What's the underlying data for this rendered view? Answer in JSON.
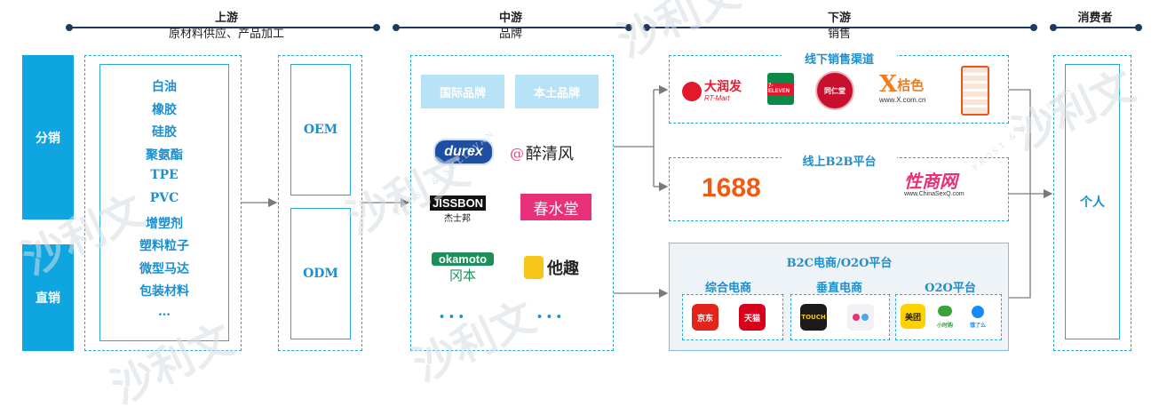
{
  "stages": [
    {
      "title": "上游",
      "subtitle": "原材料供应、产品加工"
    },
    {
      "title": "中游",
      "subtitle": "品牌"
    },
    {
      "title": "下游",
      "subtitle": "销售"
    },
    {
      "title": "消费者",
      "subtitle": ""
    }
  ],
  "side_labels": [
    "分销",
    "直销"
  ],
  "materials": [
    "白油",
    "橡胶",
    "硅胶",
    "聚氨酯",
    "TPE",
    "PVC",
    "增塑剂",
    "塑料粒子",
    "微型马达",
    "包装材料",
    "…"
  ],
  "processing": [
    "OEM",
    "ODM"
  ],
  "brand_tags": [
    "国际品牌",
    "本土品牌"
  ],
  "brands": {
    "international": [
      "durex",
      "JISSBON",
      "杰士邦",
      "okamoto",
      "冈本",
      "• • •"
    ],
    "domestic": [
      "醉清风",
      "春水堂",
      "他趣",
      "• • •"
    ]
  },
  "downstream": {
    "offline": {
      "title": "线下销售渠道",
      "logos": [
        "大润发",
        "RT-Mart",
        "7-ELEVEN",
        "同仁堂",
        "桔色",
        "www.X.com.cn"
      ]
    },
    "b2b": {
      "title": "线上B2B平台",
      "logos": [
        "1688",
        "性商网",
        "www.ChinaSexQ.com"
      ]
    },
    "b2c": {
      "title": "B2C电商/O2O平台",
      "groups": [
        {
          "title": "综合电商",
          "apps": [
            "京东",
            "天猫"
          ]
        },
        {
          "title": "垂直电商",
          "apps": [
            "TOUCH",
            ""
          ]
        },
        {
          "title": "O2O平台",
          "apps": [
            "美团",
            "小时购",
            "饿了么"
          ]
        }
      ]
    }
  },
  "consumer": "个人",
  "watermark": {
    "text": "沙利文",
    "sub": "FROST & SULLIVAN"
  },
  "colors": {
    "accent": "#29a8d8",
    "dark": "#1f3a5f",
    "side": "#0ea5e0",
    "tag": "#b8e2f5"
  }
}
